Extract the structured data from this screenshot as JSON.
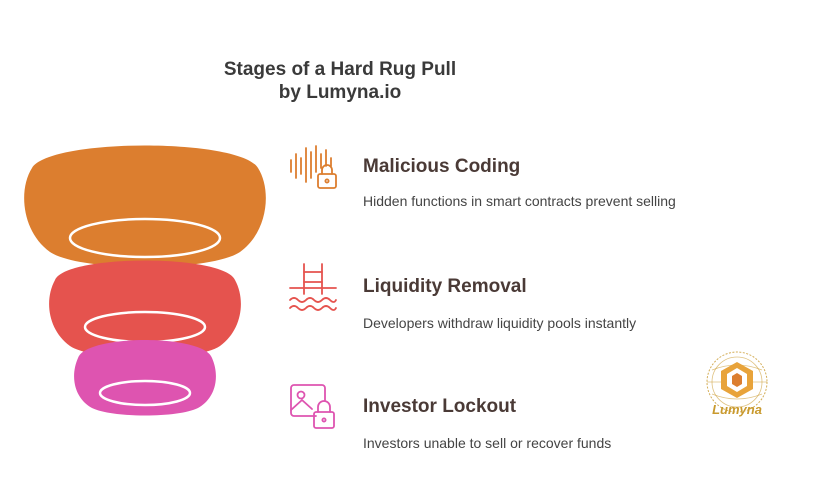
{
  "title": {
    "line1": "Stages of a Hard Rug Pull",
    "line2": "by Lumyna.io"
  },
  "stages": [
    {
      "heading": "Malicious Coding",
      "description": "Hidden functions in smart contracts prevent selling",
      "icon": "soundwave-lock-icon",
      "color": "#DC7E2F"
    },
    {
      "heading": "Liquidity Removal",
      "description": "Developers withdraw liquidity pools instantly",
      "icon": "ladder-water-icon",
      "color": "#E5534E"
    },
    {
      "heading": "Investor Lockout",
      "description": "Investors unable to sell or recover funds",
      "icon": "image-lock-icon",
      "color": "#DE54B0"
    }
  ],
  "logo": {
    "text": "Lumyna",
    "color": "#C99A2E"
  }
}
